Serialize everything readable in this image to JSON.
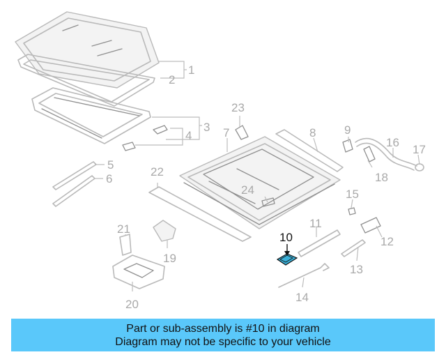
{
  "callouts": {
    "c1": "1",
    "c2": "2",
    "c3": "3",
    "c4": "4",
    "c5": "5",
    "c6": "6",
    "c7": "7",
    "c8": "8",
    "c9": "9",
    "c10": "10",
    "c11": "11",
    "c12": "12",
    "c13": "13",
    "c14": "14",
    "c15": "15",
    "c16": "16",
    "c17": "17",
    "c18": "18",
    "c19": "19",
    "c20": "20",
    "c21": "21",
    "c22": "22",
    "c23": "23",
    "c24": "24"
  },
  "highlight": {
    "callout": "10",
    "color": "#111111",
    "part_accent": "#3ab0d8"
  },
  "banner": {
    "line1": "Part or sub-assembly is #10 in diagram",
    "line2": "Diagram may not be specific to your vehicle",
    "background": "#5ac8fa"
  }
}
